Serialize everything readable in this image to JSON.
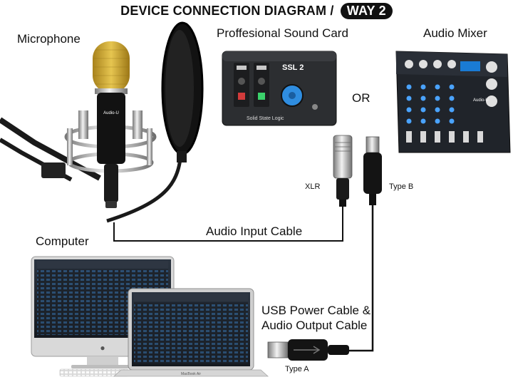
{
  "title": {
    "main": "DEVICE CONNECTION DIAGRAM /",
    "badge": "WAY 2"
  },
  "labels": {
    "microphone": "Microphone",
    "sound_card": "Proffesional Sound Card",
    "audio_mixer": "Audio Mixer",
    "or": "OR",
    "xlr": "XLR",
    "type_b": "Type B",
    "computer": "Computer",
    "audio_input_cable": "Audio Input Cable",
    "usb_cable_line1": "USB Power Cable &",
    "usb_cable_line2": "Audio Output Cable",
    "type_a": "Type A"
  },
  "device_text": {
    "sound_card_brand": "SSL 2",
    "sound_card_maker": "Solid State Logic",
    "mic_brand": "Audio-U",
    "mixer_brand": "Audio-U",
    "laptop_model": "MacBook Air"
  },
  "colors": {
    "cable": "#111111",
    "mic_grille": "#d4b23a",
    "knob": "#2f8de0",
    "background": "#ffffff"
  }
}
